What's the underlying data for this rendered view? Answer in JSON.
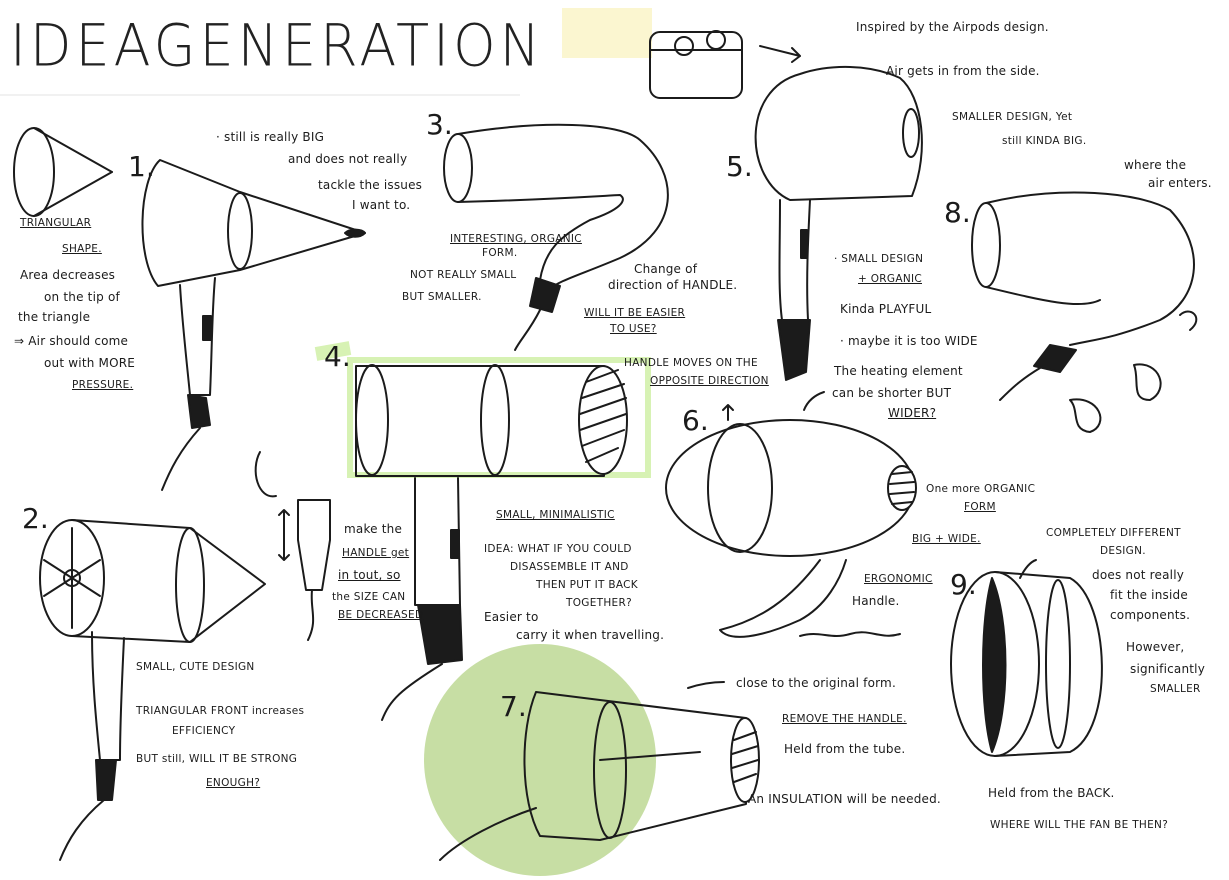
{
  "title": "IDEAGENERATION",
  "highlight_colors": {
    "green_circle": "#c7dea4",
    "green_edge": "#d7f2b4",
    "yellow_note": "#fbf6d0",
    "ink": "#1b1b1b"
  },
  "ideas": [
    {
      "number": "1.",
      "notes": [
        "TRIANGULAR",
        "SHAPE.",
        "Area decreases",
        "on the tip of",
        "the triangle",
        "⇒ Air should come",
        "out with MORE",
        "PRESSURE.",
        "· still is really BIG",
        "and does not really",
        "tackle the issues",
        "I want to."
      ]
    },
    {
      "number": "2.",
      "notes": [
        "SMALL, CUTE DESIGN",
        "TRIANGULAR FRONT increases",
        "EFFICIENCY",
        "BUT still, WILL IT BE STRONG",
        "ENOUGH?",
        "make the",
        "HANDLE get",
        "in tout, so",
        "the SIZE CAN",
        "BE DECREASED"
      ]
    },
    {
      "number": "3.",
      "notes": [
        "INTERESTING, ORGANIC",
        "FORM.",
        "NOT REALLY SMALL",
        "BUT SMALLER.",
        "Change of",
        "direction of HANDLE.",
        "WILL IT BE EASIER",
        "TO USE?",
        "HANDLE MOVES ON THE",
        "OPPOSITE DIRECTION"
      ]
    },
    {
      "number": "4.",
      "notes": [
        "SMALL, MINIMALISTIC",
        "IDEA: WHAT IF YOU COULD",
        "DISASSEMBLE IT AND",
        "THEN PUT IT BACK",
        "TOGETHER?",
        "Easier to",
        "carry it when travelling."
      ]
    },
    {
      "number": "5.",
      "notes": [
        "Inspired by the Airpods design.",
        "Air gets in from the side.",
        "SMALLER DESIGN, Yet",
        "still KINDA BIG."
      ]
    },
    {
      "number": "6.",
      "notes": [
        "One more ORGANIC",
        "FORM",
        "BIG + WIDE.",
        "ERGONOMIC",
        "Handle."
      ]
    },
    {
      "number": "7.",
      "notes": [
        "close to the original form.",
        "REMOVE THE HANDLE.",
        "Held from the tube.",
        "An INSULATION will be needed."
      ]
    },
    {
      "number": "8.",
      "notes": [
        "where the",
        "air enters.",
        "· SMALL DESIGN",
        "+ ORGANIC",
        "Kinda PLAYFUL",
        "· maybe it is too WIDE",
        "The heating element",
        "can be shorter BUT",
        "WIDER?"
      ]
    },
    {
      "number": "9.",
      "notes": [
        "COMPLETELY DIFFERENT",
        "DESIGN.",
        "does not really",
        "fit the inside",
        "components.",
        "However,",
        "significantly",
        "SMALLER",
        "Held from the BACK.",
        "WHERE WILL THE FAN BE THEN?"
      ]
    }
  ]
}
